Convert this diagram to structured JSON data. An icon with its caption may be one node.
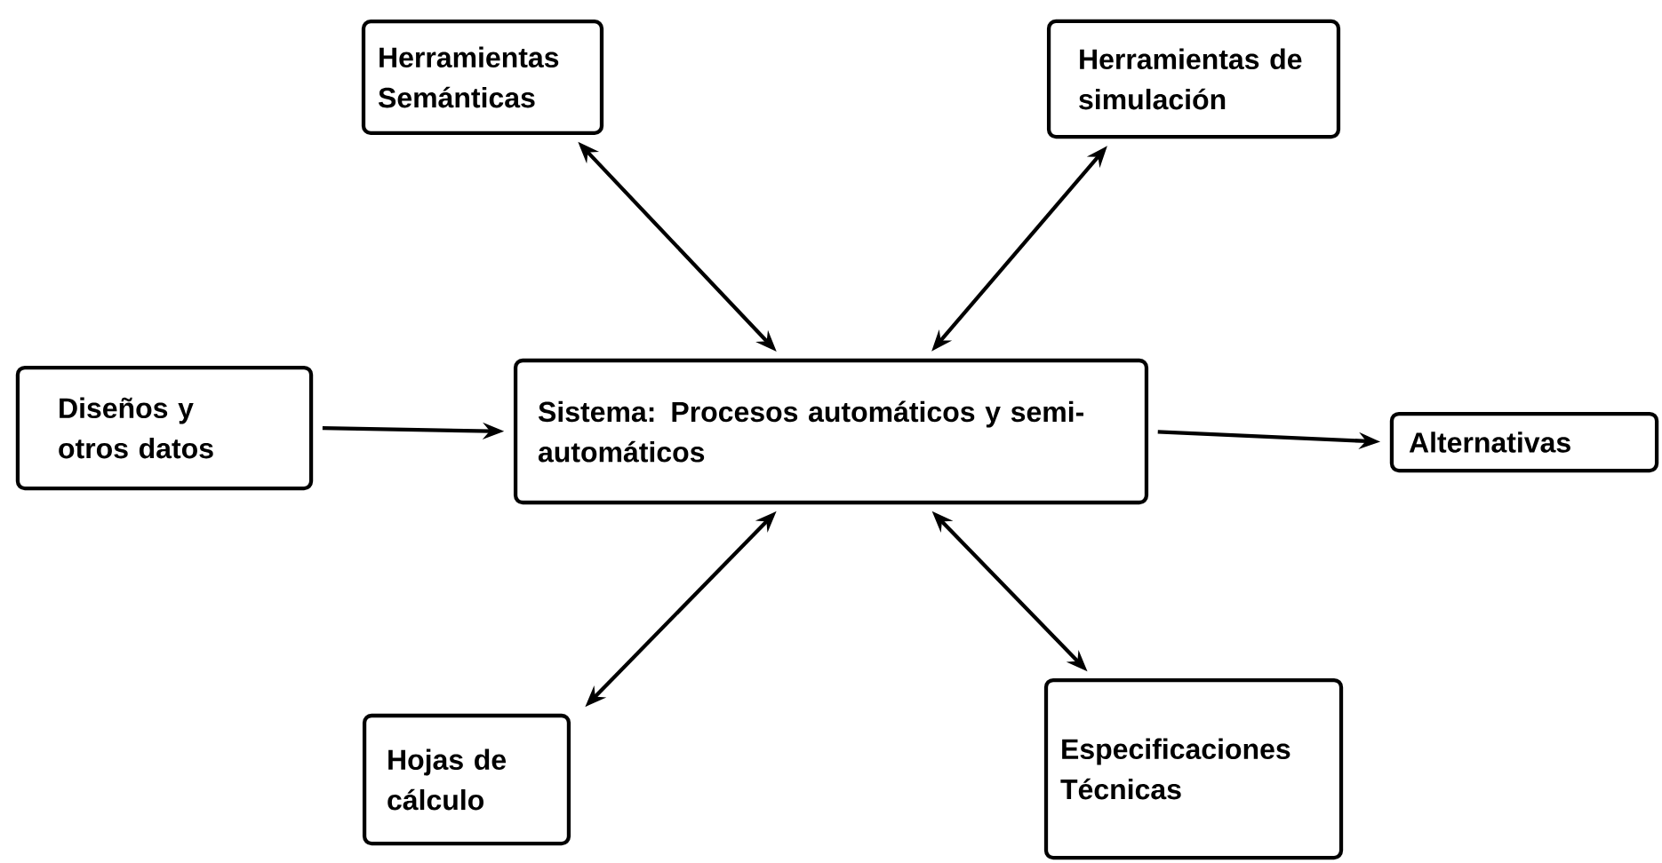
{
  "diagram": {
    "nodes": [
      {
        "text": [
          "Herramientas Semánticas"
        ]
      },
      {
        "text": [
          "Herramientas de simulación"
        ]
      },
      {
        "text": [
          "Diseños y otros datos"
        ]
      },
      {
        "text": [
          "Sistema: Procesos automáticos y semi-automáticos"
        ]
      },
      {
        "text": [
          "Alternativas"
        ]
      },
      {
        "text": [
          "Hojas de cálculo"
        ]
      },
      {
        "text": [
          "Especificaciones Técnicas"
        ]
      }
    ],
    "edges": [
      {
        "from": 0,
        "to": 3,
        "arrow": "both"
      },
      {
        "from": 1,
        "to": 3,
        "arrow": "both"
      },
      {
        "from": 2,
        "to": 3,
        "arrow": "to"
      },
      {
        "from": 3,
        "to": 4,
        "arrow": "to"
      },
      {
        "from": 5,
        "to": 3,
        "arrow": "both"
      },
      {
        "from": 6,
        "to": 3,
        "arrow": "both"
      }
    ]
  }
}
